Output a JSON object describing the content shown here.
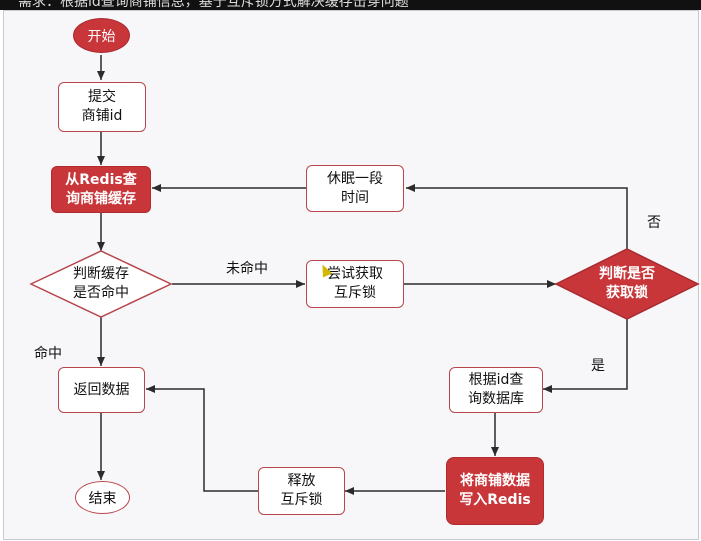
{
  "header": {
    "caption": "需求：根据id查询商铺信息，基于互斥锁方式解决缓存击穿问题"
  },
  "nodes": {
    "start": "开始",
    "submit": "提交\n商铺id",
    "query_redis": "从Redis查\n询商铺缓存",
    "check_cache": "判断缓存\n是否命中",
    "return_data": "返回数据",
    "end": "结束",
    "sleep": "休眠一段\n时间",
    "try_lock": "尝试获取\n互斥锁",
    "check_lock": "判断是否\n获取锁",
    "query_db": "根据id查\n询数据库",
    "write_redis": "将商铺数据\n写入Redis",
    "release_lock": "释放\n互斥锁"
  },
  "edges": {
    "miss": "未命中",
    "hit": "命中",
    "no": "否",
    "yes": "是"
  },
  "colors": {
    "red_fill": "#c8363a",
    "border": "#b7474c",
    "line": "#2b2b2b"
  }
}
